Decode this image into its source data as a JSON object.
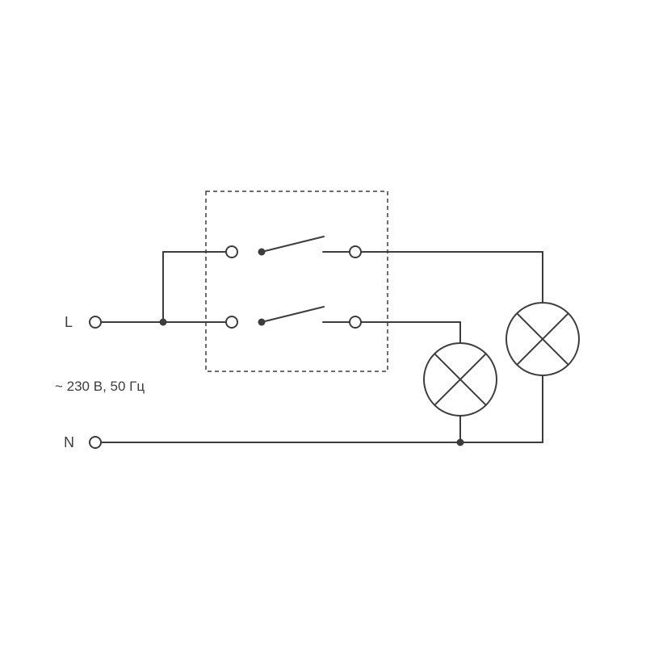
{
  "diagram": {
    "labels": {
      "line_terminal": "L",
      "neutral_terminal": "N",
      "voltage_rating": "~ 230 В, 50 Гц"
    },
    "components": {
      "switch_count": 2,
      "lamp_count": 2,
      "switch_symbol": "single-pole-switch-icon",
      "lamp_symbol": "lamp-cross-circle-icon"
    },
    "colors": {
      "stroke": "#3d3d3d",
      "background": "#ffffff"
    }
  }
}
